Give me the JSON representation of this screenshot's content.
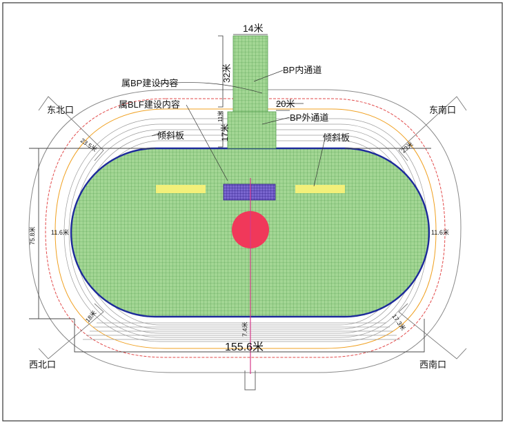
{
  "dimensions": {
    "top_width": "14米",
    "top_height": "32米",
    "mid_width": "20米",
    "mid_height": "17米",
    "small_mid": "11米",
    "bottom_width": "155.6米",
    "left_height": "75.8米",
    "left_inner": "11.6米",
    "right_inner": "11.6米",
    "ne_offset": "23.5米",
    "nw_offset": "23米",
    "sw_offset": "18米",
    "se_offset": "17.3米",
    "center_bottom": "7.4米"
  },
  "labels": {
    "bp_inner_channel": "BP内通道",
    "bp_outer_channel": "BP外通道",
    "bp_scope": "属BP建设内容",
    "blf_scope": "属BLF建设内容",
    "slope_left": "倾斜板",
    "slope_right": "倾斜板",
    "exit_ne": "东北口",
    "exit_se": "东南口",
    "exit_nw": "西北口",
    "exit_sw": "西南口"
  },
  "colors": {
    "field_green": "#9ad08a",
    "track_blue": "#1d2a9a",
    "center_red": "#f0385a",
    "strip_yellow": "#f3f07a",
    "purple_block": "#6a4bc0",
    "outer_red": "#e24a4a",
    "outer_orange": "#f0a020"
  }
}
